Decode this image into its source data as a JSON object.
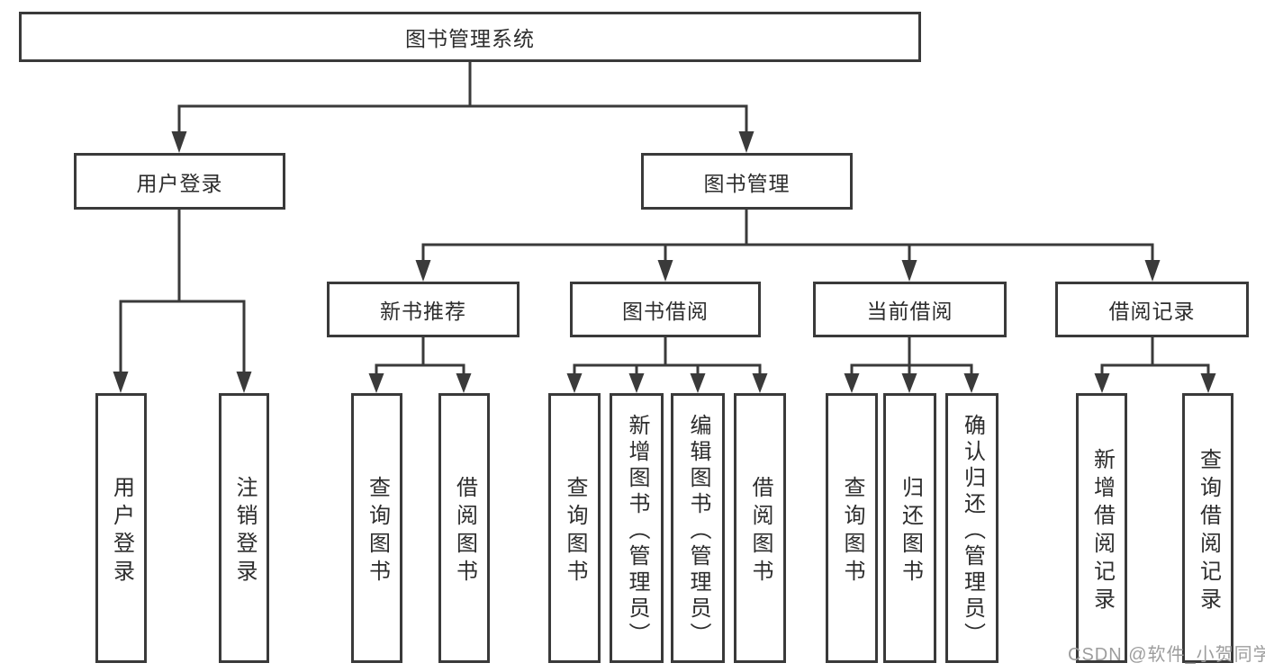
{
  "tree": {
    "root": "图书管理系统",
    "children": [
      {
        "label": "用户登录",
        "children": [
          {
            "label": "用户登录"
          },
          {
            "label": "注销登录"
          }
        ]
      },
      {
        "label": "图书管理",
        "children": [
          {
            "label": "新书推荐",
            "children": [
              {
                "label": "查询图书"
              },
              {
                "label": "借阅图书"
              }
            ]
          },
          {
            "label": "图书借阅",
            "children": [
              {
                "label": "查询图书"
              },
              {
                "label": "新增图书（管理员）"
              },
              {
                "label": "编辑图书（管理员）"
              },
              {
                "label": "借阅图书"
              }
            ]
          },
          {
            "label": "当前借阅",
            "children": [
              {
                "label": "查询图书"
              },
              {
                "label": "归还图书"
              },
              {
                "label": "确认归还（管理员）"
              }
            ]
          },
          {
            "label": "借阅记录",
            "children": [
              {
                "label": "新增借阅记录"
              },
              {
                "label": "查询借阅记录"
              }
            ]
          }
        ]
      }
    ]
  },
  "watermark": {
    "text": "CSDN @软件_小贺同学"
  },
  "colors": {
    "line": "#3a3a3a",
    "text": "#2d2d2d",
    "background": "#ffffff",
    "watermark": "#9d9d9d"
  }
}
